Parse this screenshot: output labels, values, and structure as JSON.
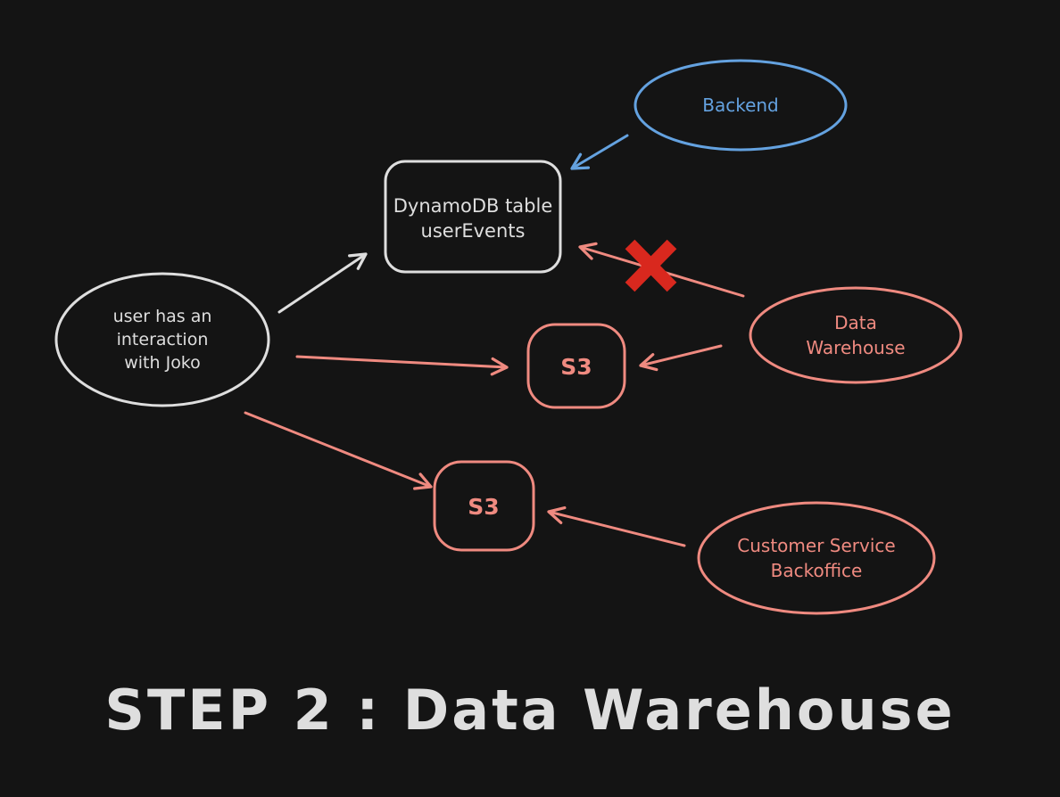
{
  "title": {
    "text": "STEP 2 : Data Warehouse"
  },
  "colors": {
    "background": "#141414",
    "white": "#dedede",
    "blue": "#64a2e0",
    "salmon": "#ef8a80",
    "red_x": "#d9281e"
  },
  "diagram": {
    "nodes": [
      {
        "id": "backend",
        "shape": "ellipse",
        "color": "#64a2e0",
        "lines": [
          "Backend"
        ]
      },
      {
        "id": "dynamodb-table",
        "shape": "rounded-rectangle",
        "color": "#dedede",
        "lines": [
          "DynamoDB table",
          "userEvents"
        ]
      },
      {
        "id": "user-interaction",
        "shape": "ellipse",
        "color": "#dedede",
        "lines": [
          "user has an",
          "interaction",
          "with Joko"
        ]
      },
      {
        "id": "s3-upper",
        "shape": "rounded-rectangle",
        "color": "#ef8a80",
        "lines": [
          "S3"
        ]
      },
      {
        "id": "data-warehouse",
        "shape": "ellipse",
        "color": "#ef8a80",
        "lines": [
          "Data",
          "Warehouse"
        ]
      },
      {
        "id": "s3-lower",
        "shape": "rounded-rectangle",
        "color": "#ef8a80",
        "lines": [
          "S3"
        ]
      },
      {
        "id": "customer-service-backoffice",
        "shape": "ellipse",
        "color": "#ef8a80",
        "lines": [
          "Customer Service",
          "Backoffice"
        ]
      }
    ],
    "edges": [
      {
        "from": "backend",
        "to": "dynamodb-table",
        "color": "#64a2e0",
        "crossed_out": false
      },
      {
        "from": "user-interaction",
        "to": "dynamodb-table",
        "color": "#dedede",
        "crossed_out": false
      },
      {
        "from": "user-interaction",
        "to": "s3-upper",
        "color": "#ef8a80",
        "crossed_out": false
      },
      {
        "from": "user-interaction",
        "to": "s3-lower",
        "color": "#ef8a80",
        "crossed_out": false
      },
      {
        "from": "data-warehouse",
        "to": "dynamodb-table",
        "color": "#ef8a80",
        "crossed_out": true
      },
      {
        "from": "data-warehouse",
        "to": "s3-upper",
        "color": "#ef8a80",
        "crossed_out": false
      },
      {
        "from": "customer-service-backoffice",
        "to": "s3-lower",
        "color": "#ef8a80",
        "crossed_out": false
      }
    ],
    "annotations": [
      {
        "type": "cross-out-x",
        "on_edge": "data-warehouse->dynamodb-table",
        "color": "#d9281e"
      }
    ]
  }
}
